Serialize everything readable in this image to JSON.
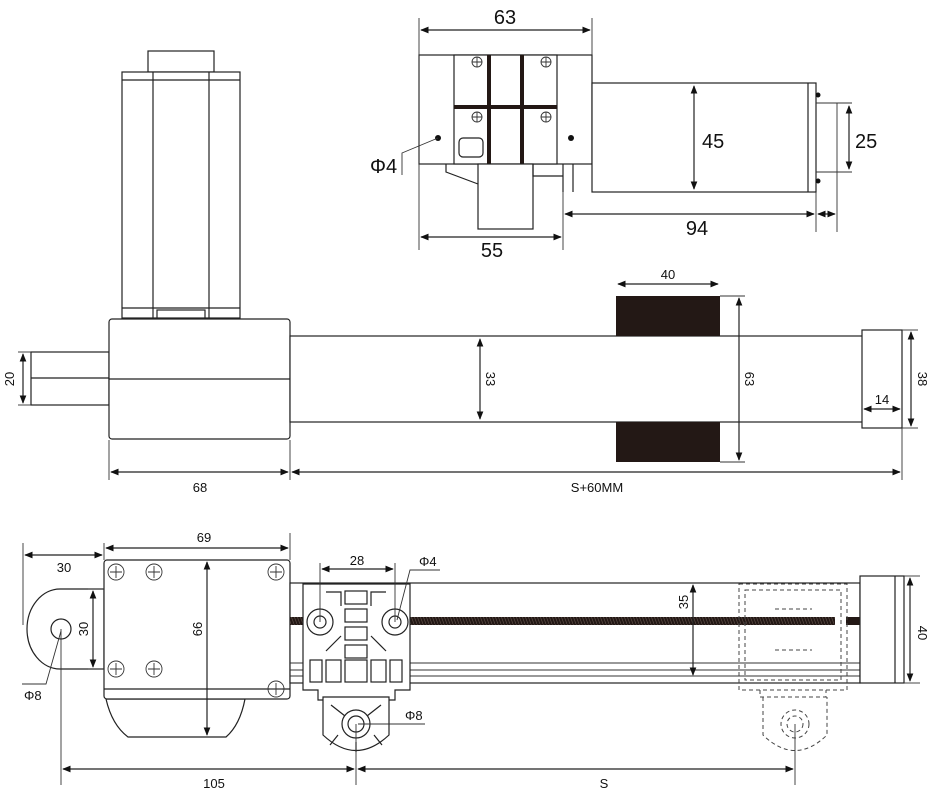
{
  "title": "Linear actuator dimension drawing",
  "units": "mm",
  "top_view": {
    "width_total": "63",
    "motor_height": "45",
    "motor_length": "94",
    "end_cap": "25",
    "base_width": "55",
    "hole": "Φ4"
  },
  "side_view": {
    "shaft": "20",
    "gearbox_length": "68",
    "tube": "33",
    "clamp_width": "40",
    "clamp_height": "63",
    "end_block_height": "38",
    "end_block_width": "14",
    "stroke_length": "S+60MM"
  },
  "bottom_view": {
    "rear_offset": "30",
    "rear_lug_height": "30",
    "rear_hole": "Φ8",
    "housing_width": "69",
    "housing_height": "66",
    "carriage_holes_pitch": "28",
    "carriage_hole": "Φ4",
    "carriage_mount_hole": "Φ8",
    "rail_height": "35",
    "end_block_height": "40",
    "mount_distance": "105",
    "stroke": "S"
  }
}
